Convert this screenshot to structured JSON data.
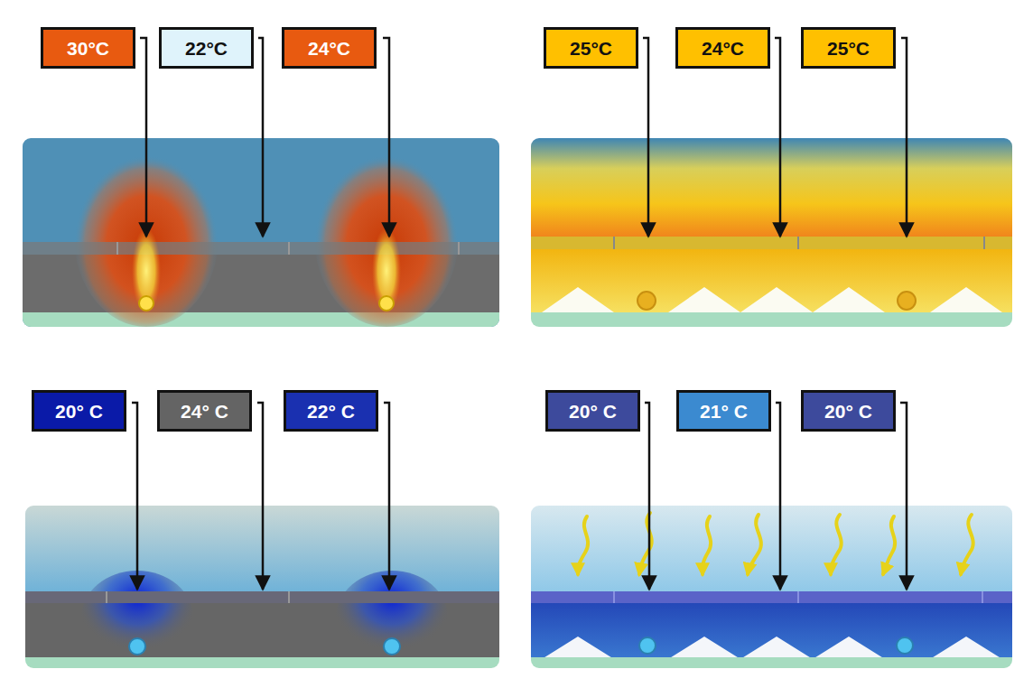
{
  "diagram": {
    "nodes": [
      {
        "text": [
          "30°C"
        ]
      },
      {
        "text": [
          "22°C"
        ]
      },
      {
        "text": [
          "24°C"
        ]
      },
      {
        "text": [
          "25°C"
        ]
      },
      {
        "text": [
          "24°C"
        ]
      },
      {
        "text": [
          "25°C"
        ]
      },
      {
        "text": [
          "20° C"
        ]
      },
      {
        "text": [
          "24° C"
        ]
      },
      {
        "text": [
          "22° C"
        ]
      },
      {
        "text": [
          "20° C"
        ]
      },
      {
        "text": [
          "21° C"
        ]
      },
      {
        "text": [
          "20° C"
        ]
      }
    ]
  }
}
